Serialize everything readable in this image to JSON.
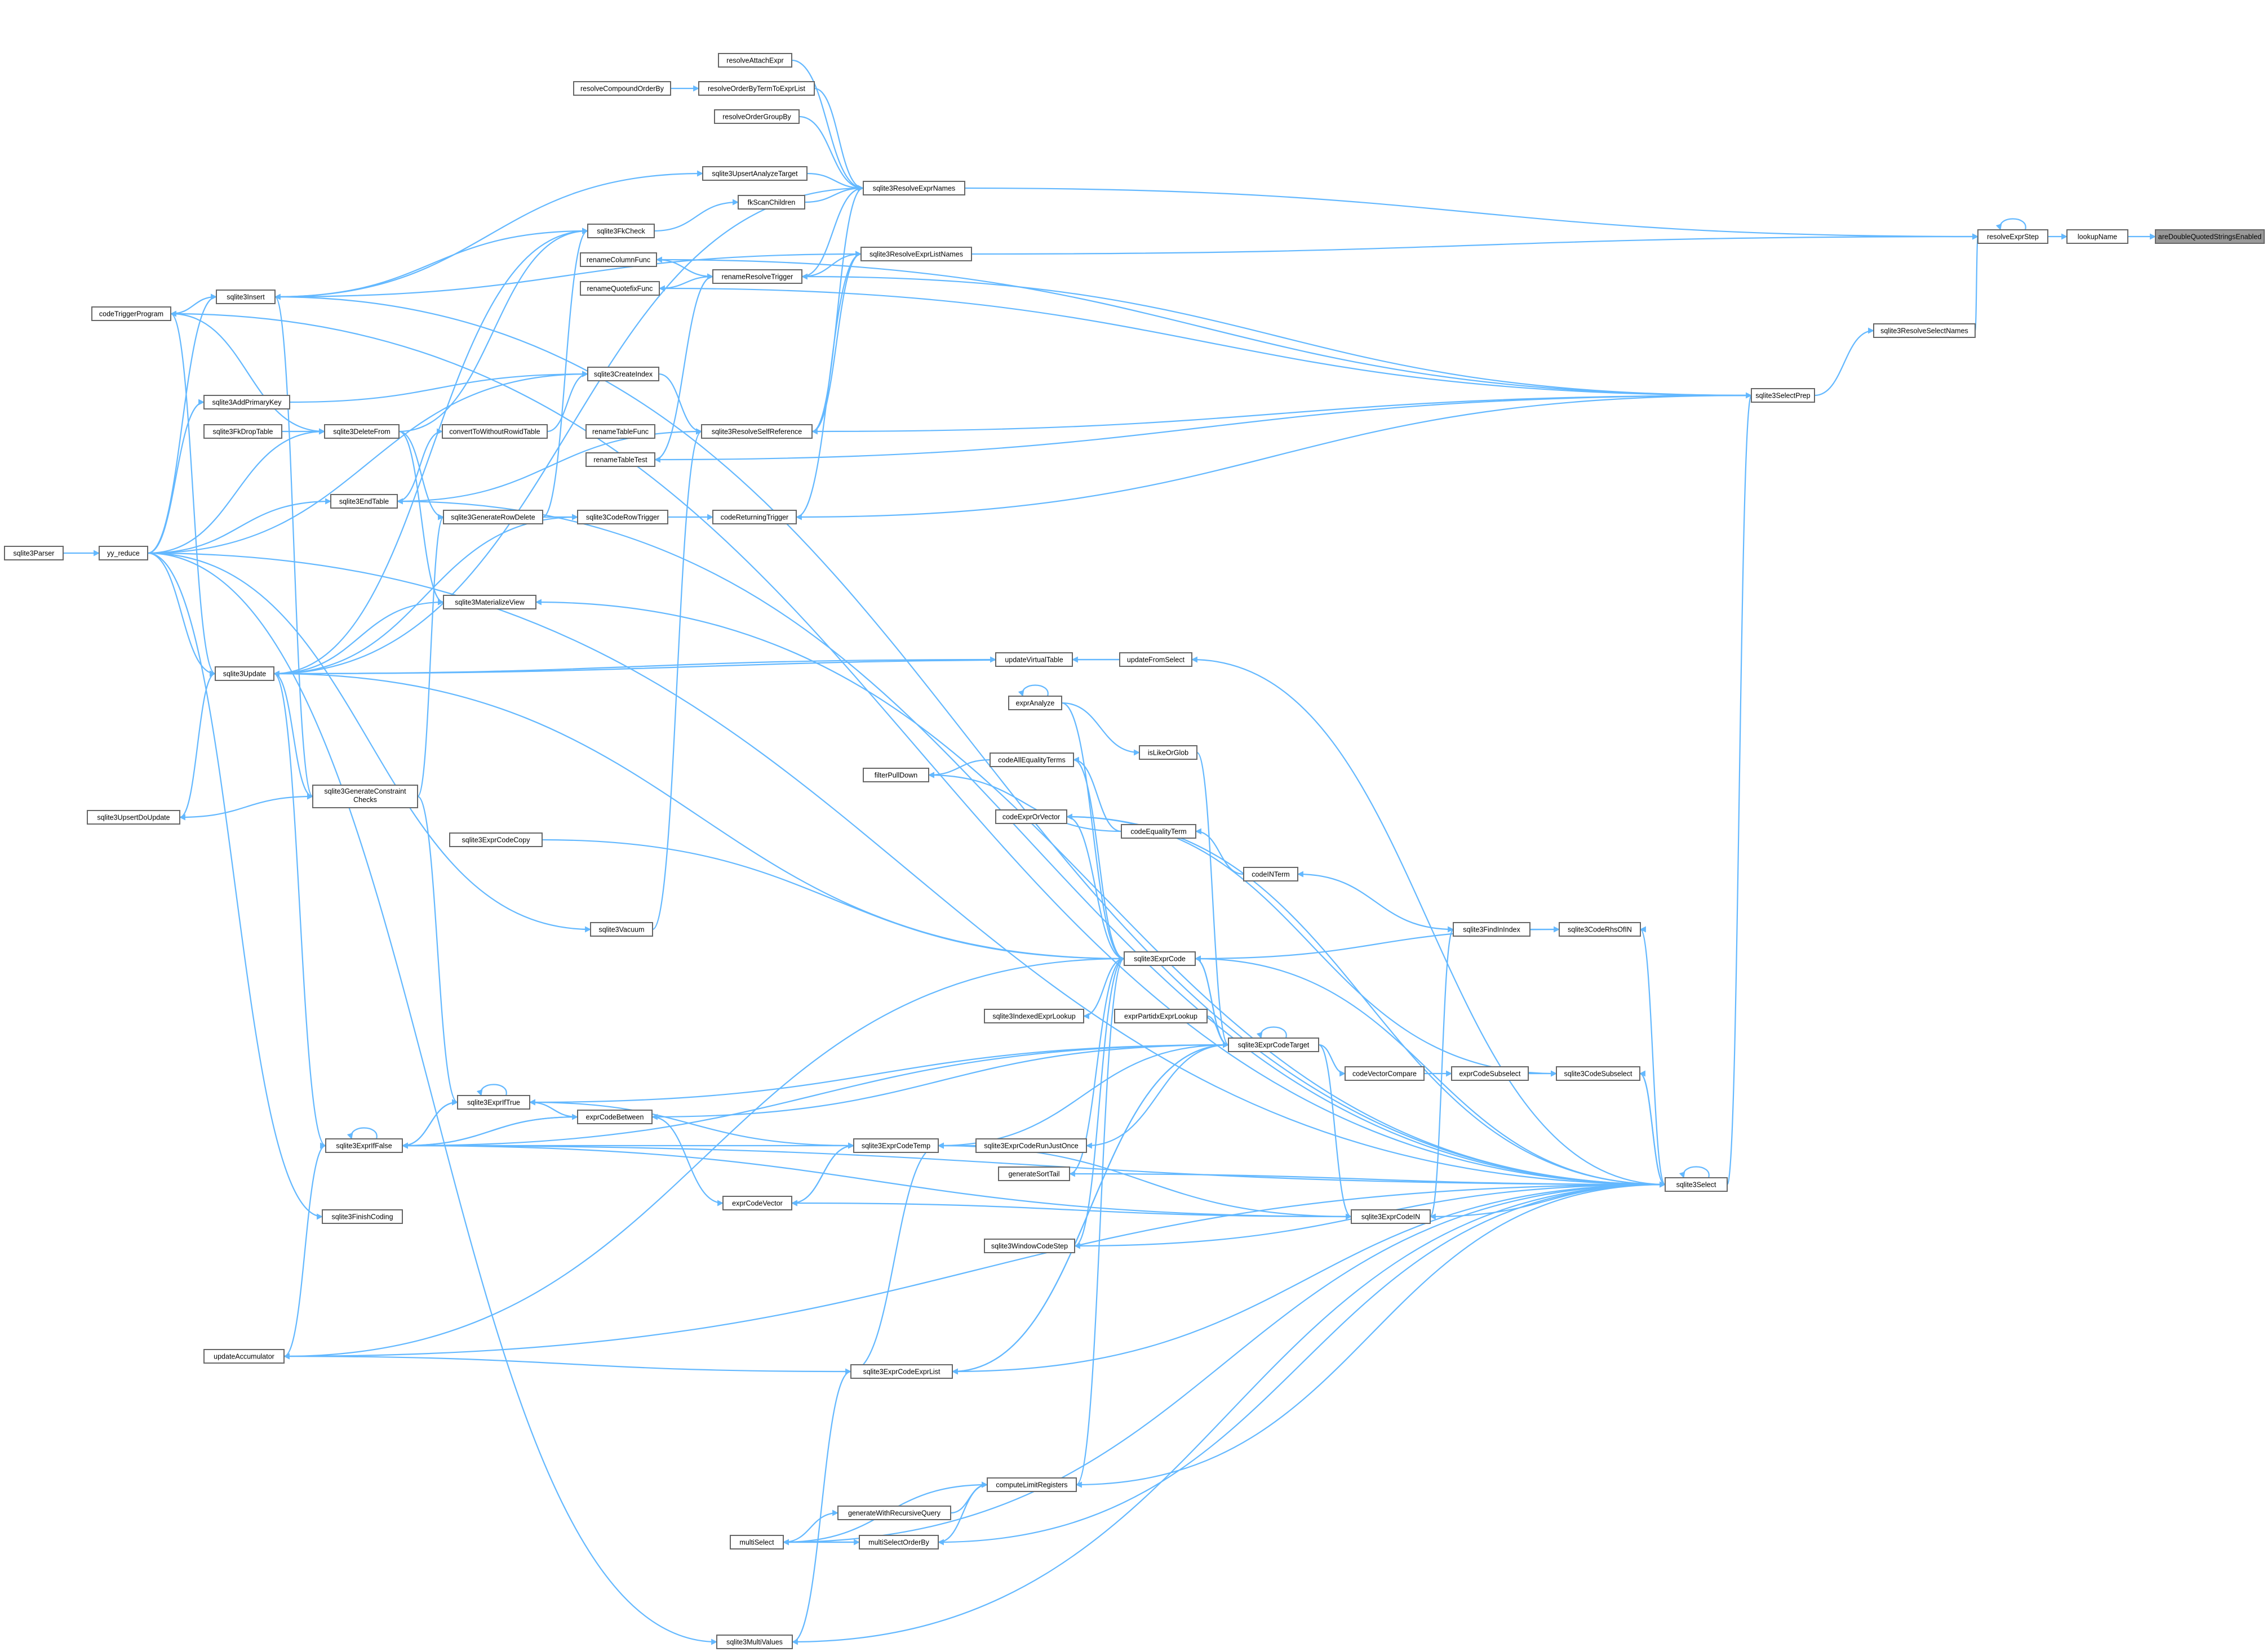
{
  "colors": {
    "edge": "#63B8FF",
    "node_fill": "#FFFFFF",
    "node_border": "#666666",
    "highlight_border": "#FF0000",
    "target_fill": "#999999",
    "text": "#000000"
  },
  "nodes": [
    {
      "id": "target",
      "label": "areDoubleQuotedStringsEnabled",
      "style": "target"
    },
    {
      "id": "lookupName",
      "label": "lookupName"
    },
    {
      "id": "resolveExprStep",
      "label": "resolveExprStep"
    },
    {
      "id": "sqlite3ResolveSelectNames",
      "label": "sqlite3ResolveSelectNames"
    },
    {
      "id": "sqlite3SelectPrep",
      "label": "sqlite3SelectPrep"
    },
    {
      "id": "sqlite3Select",
      "label": "sqlite3Select"
    },
    {
      "id": "resolveAttachExpr",
      "label": "resolveAttachExpr"
    },
    {
      "id": "resolveCompoundOrderBy",
      "label": "resolveCompoundOrderBy"
    },
    {
      "id": "resolveOrderByTermToExprList",
      "label": "resolveOrderByTermToExprList"
    },
    {
      "id": "resolveOrderGroupBy",
      "label": "resolveOrderGroupBy"
    },
    {
      "id": "sqlite3UpsertAnalyzeTarget",
      "label": "sqlite3UpsertAnalyzeTarget"
    },
    {
      "id": "sqlite3ResolveExprNames",
      "label": "sqlite3ResolveExprNames"
    },
    {
      "id": "fkScanChildren",
      "label": "fkScanChildren"
    },
    {
      "id": "sqlite3FkCheck",
      "label": "sqlite3FkCheck"
    },
    {
      "id": "renameColumnFunc",
      "label": "renameColumnFunc"
    },
    {
      "id": "renameQuotefixFunc",
      "label": "renameQuotefixFunc"
    },
    {
      "id": "renameResolveTrigger",
      "label": "renameResolveTrigger"
    },
    {
      "id": "sqlite3ResolveExprListNames",
      "label": "sqlite3ResolveExprListNames"
    },
    {
      "id": "sqlite3Insert",
      "label": "sqlite3Insert"
    },
    {
      "id": "codeTriggerProgram",
      "label": "codeTriggerProgram"
    },
    {
      "id": "sqlite3CreateIndex",
      "label": "sqlite3CreateIndex"
    },
    {
      "id": "sqlite3AddPrimaryKey",
      "label": "sqlite3AddPrimaryKey"
    },
    {
      "id": "sqlite3FkDropTable",
      "label": "sqlite3FkDropTable"
    },
    {
      "id": "sqlite3DeleteFrom",
      "label": "sqlite3DeleteFrom"
    },
    {
      "id": "convertToWithoutRowidTable",
      "label": "convertToWithoutRowidTable"
    },
    {
      "id": "renameTableFunc",
      "label": "renameTableFunc"
    },
    {
      "id": "renameTableTest",
      "label": "renameTableTest"
    },
    {
      "id": "sqlite3ResolveSelfReference",
      "label": "sqlite3ResolveSelfReference"
    },
    {
      "id": "sqlite3EndTable",
      "label": "sqlite3EndTable"
    },
    {
      "id": "sqlite3GenerateRowDelete",
      "label": "sqlite3GenerateRowDelete"
    },
    {
      "id": "sqlite3CodeRowTrigger",
      "label": "sqlite3CodeRowTrigger"
    },
    {
      "id": "codeReturningTrigger",
      "label": "codeReturningTrigger"
    },
    {
      "id": "sqlite3Parser",
      "label": "sqlite3Parser"
    },
    {
      "id": "yy_reduce",
      "label": "yy_reduce"
    },
    {
      "id": "sqlite3MaterializeView",
      "label": "sqlite3MaterializeView"
    },
    {
      "id": "sqlite3Update",
      "label": "sqlite3Update"
    },
    {
      "id": "updateVirtualTable",
      "label": "updateVirtualTable"
    },
    {
      "id": "updateFromSelect",
      "label": "updateFromSelect"
    },
    {
      "id": "exprAnalyze",
      "label": "exprAnalyze",
      "style": "highlight"
    },
    {
      "id": "isLikeOrGlob",
      "label": "isLikeOrGlob"
    },
    {
      "id": "filterPullDown",
      "label": "filterPullDown"
    },
    {
      "id": "codeAllEqualityTerms",
      "label": "codeAllEqualityTerms"
    },
    {
      "id": "codeExprOrVector",
      "label": "codeExprOrVector"
    },
    {
      "id": "codeEqualityTerm",
      "label": "codeEqualityTerm"
    },
    {
      "id": "sqlite3UpsertDoUpdate",
      "label": "sqlite3UpsertDoUpdate"
    },
    {
      "id": "sqlite3GenerateConstraintChecks",
      "label": "sqlite3GenerateConstraint Checks",
      "lines": [
        "sqlite3GenerateConstraint",
        "Checks"
      ]
    },
    {
      "id": "sqlite3ExprCodeCopy",
      "label": "sqlite3ExprCodeCopy",
      "style": "highlight"
    },
    {
      "id": "codeINTerm",
      "label": "codeINTerm"
    },
    {
      "id": "sqlite3FindInIndex",
      "label": "sqlite3FindInIndex"
    },
    {
      "id": "sqlite3CodeRhsOfIN",
      "label": "sqlite3CodeRhsOfIN"
    },
    {
      "id": "sqlite3Vacuum",
      "label": "sqlite3Vacuum"
    },
    {
      "id": "sqlite3ExprCode",
      "label": "sqlite3ExprCode"
    },
    {
      "id": "sqlite3IndexedExprLookup",
      "label": "sqlite3IndexedExprLookup"
    },
    {
      "id": "exprPartidxExprLookup",
      "label": "exprPartidxExprLookup"
    },
    {
      "id": "sqlite3ExprCodeTarget",
      "label": "sqlite3ExprCodeTarget"
    },
    {
      "id": "codeVectorCompare",
      "label": "codeVectorCompare"
    },
    {
      "id": "exprCodeSubselect",
      "label": "exprCodeSubselect"
    },
    {
      "id": "sqlite3CodeSubselect",
      "label": "sqlite3CodeSubselect"
    },
    {
      "id": "sqlite3ExprIfTrue",
      "label": "sqlite3ExprIfTrue",
      "style": "highlight"
    },
    {
      "id": "exprCodeBetween",
      "label": "exprCodeBetween"
    },
    {
      "id": "sqlite3ExprIfFalse",
      "label": "sqlite3ExprIfFalse",
      "style": "highlight"
    },
    {
      "id": "sqlite3ExprCodeTemp",
      "label": "sqlite3ExprCodeTemp",
      "style": "highlight"
    },
    {
      "id": "sqlite3ExprCodeRunJustOnce",
      "label": "sqlite3ExprCodeRunJustOnce",
      "style": "highlight"
    },
    {
      "id": "generateSortTail",
      "label": "generateSortTail"
    },
    {
      "id": "exprCodeVector",
      "label": "exprCodeVector"
    },
    {
      "id": "sqlite3FinishCoding",
      "label": "sqlite3FinishCoding"
    },
    {
      "id": "sqlite3WindowCodeStep",
      "label": "sqlite3WindowCodeStep"
    },
    {
      "id": "sqlite3ExprCodeIN",
      "label": "sqlite3ExprCodeIN"
    },
    {
      "id": "updateAccumulator",
      "label": "updateAccumulator"
    },
    {
      "id": "sqlite3ExprCodeExprList",
      "label": "sqlite3ExprCodeExprList",
      "style": "highlight"
    },
    {
      "id": "computeLimitRegisters",
      "label": "computeLimitRegisters"
    },
    {
      "id": "generateWithRecursiveQuery",
      "label": "generateWithRecursiveQuery"
    },
    {
      "id": "multiSelect",
      "label": "multiSelect"
    },
    {
      "id": "multiSelectOrderBy",
      "label": "multiSelectOrderBy"
    },
    {
      "id": "sqlite3MultiValues",
      "label": "sqlite3MultiValues"
    }
  ]
}
